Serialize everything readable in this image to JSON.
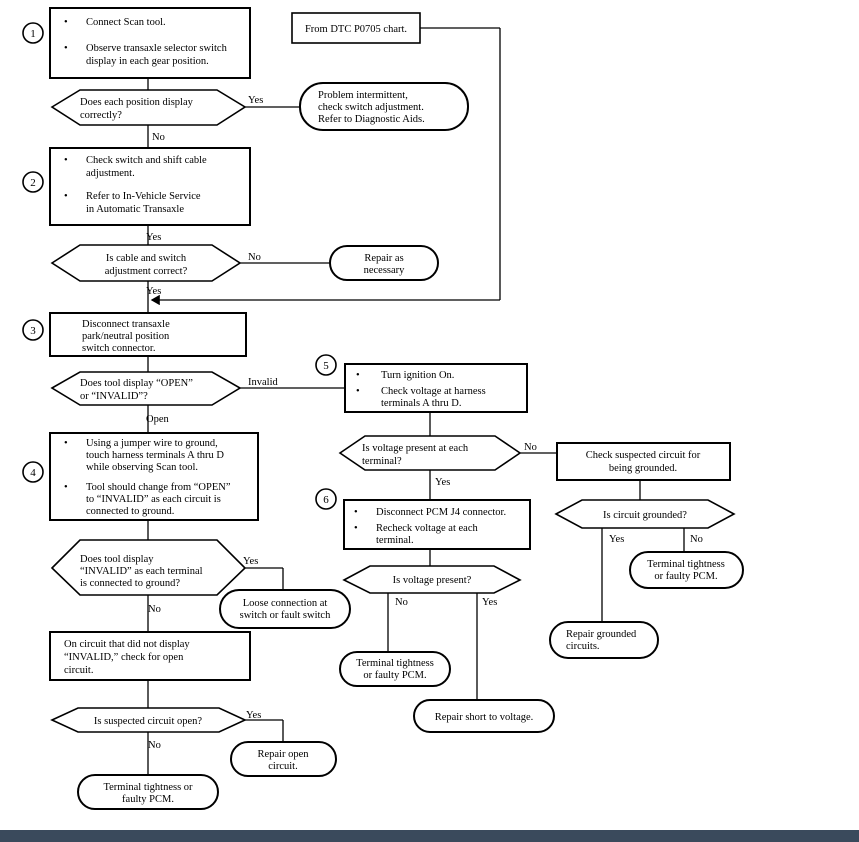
{
  "steps": {
    "s1": "1",
    "s2": "2",
    "s3": "3",
    "s4": "4",
    "s5": "5",
    "s6": "6"
  },
  "boxes": {
    "b1": [
      "Connect Scan tool.",
      "Observe transaxle selector switch",
      "display in each gear position."
    ],
    "b2": [
      "Check switch and shift cable",
      "adjustment.",
      "Refer to In-Vehicle Service",
      "in Automatic Transaxle"
    ],
    "b3": [
      "Disconnect transaxle",
      "park/neutral position",
      "switch connector."
    ],
    "b4": [
      "Using a jumper wire to ground,",
      "touch harness terminals A thru D",
      "while observing Scan tool.",
      "Tool should change from “OPEN”",
      "to “INVALID” as each circuit is",
      "connected to ground."
    ],
    "b5": [
      "Turn ignition On.",
      "Check voltage at harness",
      "terminals A thru D."
    ],
    "b6": [
      "Disconnect PCM J4 connector.",
      "Recheck voltage at each",
      "terminal."
    ],
    "b7": [
      "On circuit that did not display",
      "“INVALID,” check for open",
      "circuit."
    ],
    "dtc": "From DTC P0705 chart.",
    "grounded_check": [
      "Check suspected circuit for",
      "being grounded."
    ]
  },
  "decisions": {
    "d1": [
      "Does each position display",
      "correctly?"
    ],
    "d2": [
      "Is cable and switch",
      "adjustment correct?"
    ],
    "d3": [
      "Does tool display “OPEN”",
      "or “INVALID”?"
    ],
    "d4": [
      "Does tool display",
      "“INVALID” as each terminal",
      "is connected to ground?"
    ],
    "d5": [
      "Is voltage present at each",
      "terminal?"
    ],
    "d6": "Is voltage present?",
    "d7": "Is circuit grounded?",
    "d8": "Is suspected circuit open?"
  },
  "ends": {
    "e1": [
      "Problem intermittent,",
      "check switch adjustment.",
      "Refer to Diagnostic Aids."
    ],
    "e2": [
      "Repair as",
      "necessary"
    ],
    "e3": [
      "Loose connection at",
      "switch or fault switch"
    ],
    "e4": [
      "Terminal tightness",
      "or faulty PCM."
    ],
    "e5": "Repair short to voltage.",
    "e6": [
      "Terminal tightness",
      "or faulty PCM."
    ],
    "e7": [
      "Repair grounded",
      "circuits."
    ],
    "e8": [
      "Repair open",
      "circuit."
    ],
    "e9": [
      "Terminal tightness or",
      "faulty PCM."
    ]
  },
  "labels": {
    "yes": "Yes",
    "no": "No",
    "invalid": "Invalid",
    "open": "Open"
  },
  "colors": {
    "line": "#000000",
    "background": "#ffffff",
    "bottom_bar": "#3a4a5c"
  }
}
